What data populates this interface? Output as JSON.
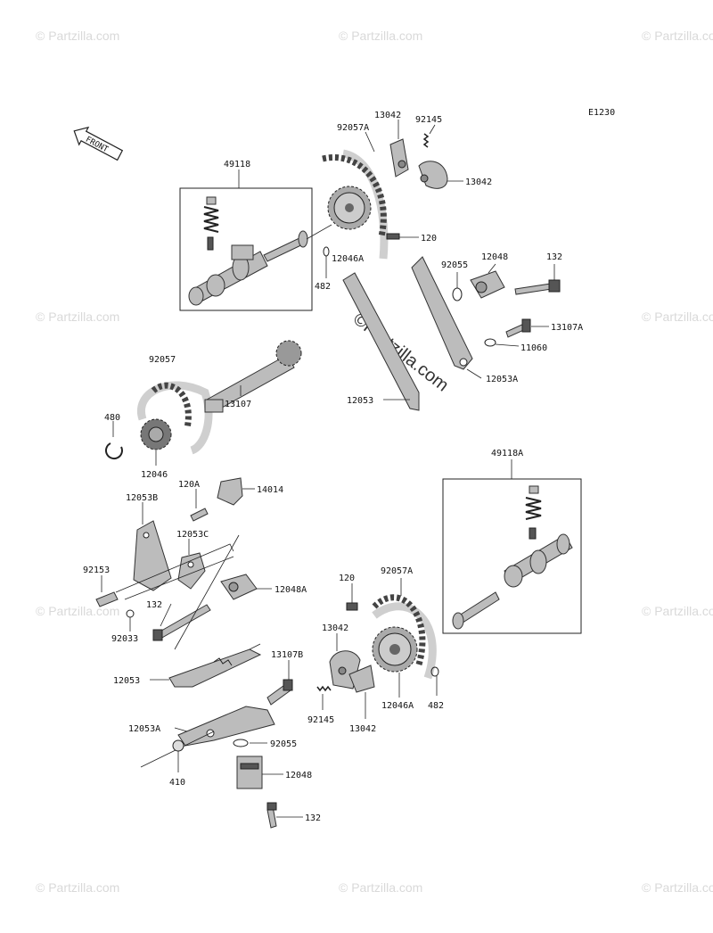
{
  "diagram_code": "E1230",
  "front_label": "FRONT",
  "watermark": {
    "text": "© Partzilla.com",
    "center_text": "©Partzilla.com"
  },
  "parts": {
    "p49118": "49118",
    "p92057A_top": "92057A",
    "p13042_top": "13042",
    "p92145_top": "92145",
    "p13042_right": "13042",
    "p120_top": "120",
    "p12046A_top": "12046A",
    "p482_top": "482",
    "p92055_top": "92055",
    "p12048_top": "12048",
    "p132_top": "132",
    "p13107A": "13107A",
    "p11060": "11060",
    "p12053A_top": "12053A",
    "p12053_top": "12053",
    "p92057": "92057",
    "p13107": "13107",
    "p480": "480",
    "p12046": "12046",
    "p120A": "120A",
    "p14014": "14014",
    "p12053B": "12053B",
    "p12053C": "12053C",
    "p92153": "92153",
    "p132_mid": "132",
    "p92033": "92033",
    "p12048A": "12048A",
    "p49118A": "49118A",
    "p120_bot": "120",
    "p92057A_bot": "92057A",
    "p13042_bot": "13042",
    "p13107B": "13107B",
    "p12053_bot": "12053",
    "p92145_bot": "92145",
    "p13042_bot2": "13042",
    "p12046A_bot": "12046A",
    "p482_bot": "482",
    "p12053A_bot": "12053A",
    "p92055_bot": "92055",
    "p410": "410",
    "p12048_bot": "12048",
    "p132_bot": "132"
  }
}
